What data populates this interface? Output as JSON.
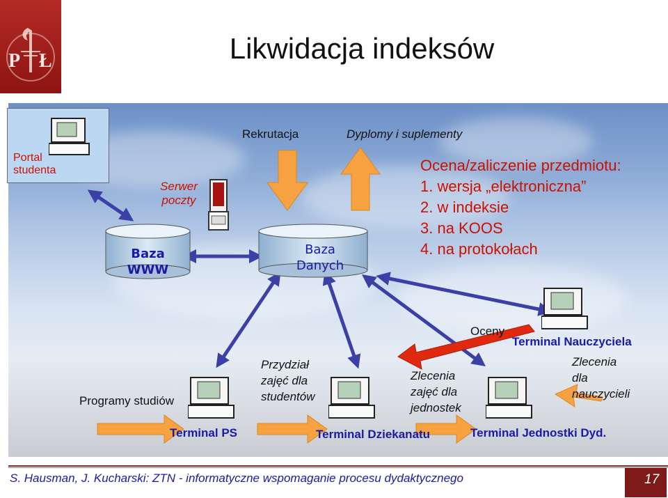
{
  "title": "Likwidacja indeksów",
  "logo": {
    "text": "P Ł",
    "name": "pl-logo"
  },
  "portal": "Portal studenta",
  "serwer": "Serwer poczty",
  "baza_www": {
    "line1": "Baza",
    "line2": "WWW"
  },
  "baza_danych": {
    "line1": "Baza",
    "line2": "Danych"
  },
  "rekrutacja": "Rekrutacja",
  "dyplomy": "Dyplomy i suplementy",
  "ocena": {
    "heading": "Ocena/zaliczenie przedmiotu:",
    "items": [
      "1.  wersja „elektroniczna”",
      "2.  w indeksie",
      "3.  na KOOS",
      "4.  na protokołach"
    ]
  },
  "oceny": "Oceny",
  "terminal_nauczyciela": "Terminal Nauczyciela",
  "programy": "Programy studiów",
  "przydzial": [
    "Przydział",
    "zajęć dla",
    "studentów"
  ],
  "zlecenia_jednostek": [
    "Zlecenia",
    "zajęć dla",
    "jednostek"
  ],
  "zlecenia_nauczycieli": [
    "Zlecenia",
    "dla",
    "nauczycieli"
  ],
  "terminal_ps": "Terminal PS",
  "terminal_dziekanatu": "Terminal Dziekanatu",
  "terminal_jednostki": "Terminal Jednostki Dyd.",
  "footer": "S. Hausman, J. Kucharski: ZTN - informatyczne wspomaganie procesu dydaktycznego",
  "page_number": "17",
  "colors": {
    "red_text": "#cc1100",
    "blue_text": "#1a1aa6",
    "blue_arrow": "#3b3fa6",
    "orange_arrow": "#f7a240",
    "red_arrow": "#e02a10",
    "footer_bar": "#7e1a1a"
  }
}
